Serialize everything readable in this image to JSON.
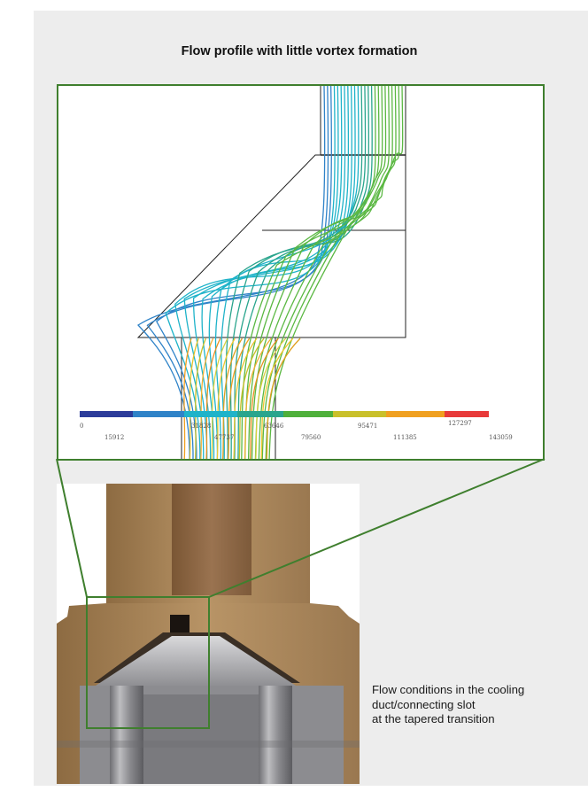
{
  "title": "Flow profile with little vortex formation",
  "colorbar": {
    "colors": [
      "#2c3c9a",
      "#2f83c8",
      "#1fb3c9",
      "#2aa58d",
      "#4fb03b",
      "#c9c02a",
      "#f0a020",
      "#e83a3a"
    ],
    "upper_ticks": [
      "0",
      "31828",
      "63646",
      "95471",
      "127297"
    ],
    "lower_ticks": [
      "15912",
      "47737",
      "79560",
      "111385",
      "143059"
    ]
  },
  "caption": {
    "line1": "Flow conditions in the cooling",
    "line2": "duct/connecting slot",
    "line3": "at the tapered transition"
  },
  "colors": {
    "frame_green": "#3f7f2e",
    "panel_bg": "#ededed",
    "bronze": "#a88757",
    "steel": "#a9a9ab"
  }
}
